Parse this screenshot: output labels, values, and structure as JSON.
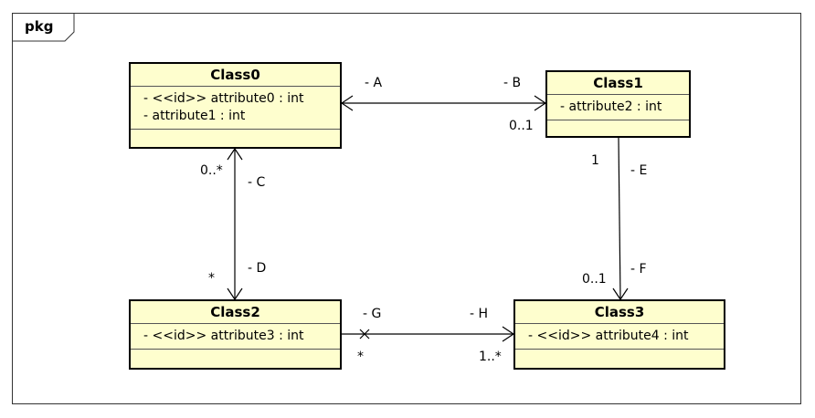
{
  "package": {
    "label": "pkg"
  },
  "classes": {
    "class0": {
      "name": "Class0",
      "attributes": [
        "- <<id>> attribute0 : int",
        "- attribute1 : int"
      ]
    },
    "class1": {
      "name": "Class1",
      "attributes": [
        "- attribute2 : int"
      ]
    },
    "class2": {
      "name": "Class2",
      "attributes": [
        "- <<id>> attribute3 : int"
      ]
    },
    "class3": {
      "name": "Class3",
      "attributes": [
        "- <<id>> attribute4 : int"
      ]
    }
  },
  "associations": {
    "ab": {
      "role_a": "- A",
      "role_b": "- B",
      "mult_b": "0..1"
    },
    "cd": {
      "role_c": "- C",
      "role_d": "- D",
      "mult_c": "0..*",
      "mult_d": "*"
    },
    "ef": {
      "role_e": "- E",
      "role_f": "- F",
      "mult_e": "1",
      "mult_f": "0..1"
    },
    "gh": {
      "role_g": "- G",
      "role_h": "- H",
      "mult_g": "*",
      "mult_h": "1..*"
    }
  },
  "colors": {
    "class_fill": "#fefece",
    "line": "#000000"
  }
}
